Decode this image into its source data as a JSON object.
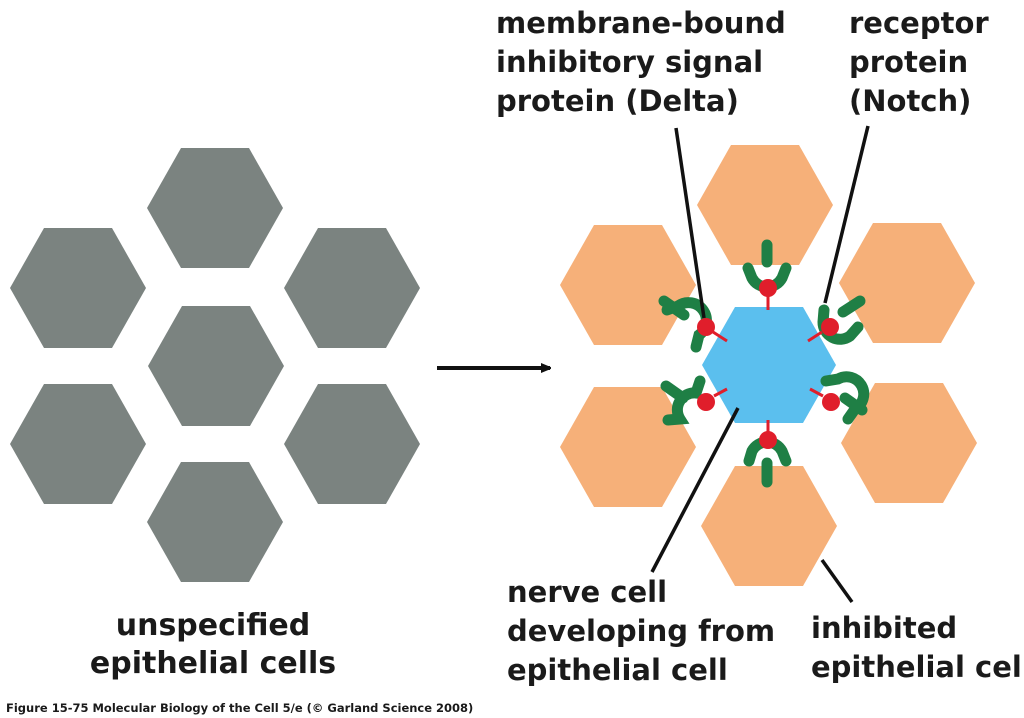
{
  "labels": {
    "left_line1": "unspecified",
    "left_line2": "epithelial cells",
    "delta_line1": "membrane-bound",
    "delta_line2": "inhibitory signal",
    "delta_line3": "protein (Delta)",
    "notch_line1": "receptor",
    "notch_line2": "protein",
    "notch_line3": "(Notch)",
    "nerve_line1": "nerve cell",
    "nerve_line2": "developing from",
    "nerve_line3": "epithelial cell",
    "inhibited_line1": "inhibited",
    "inhibited_line2": "epithelial cell"
  },
  "caption": "Figure 15-75  Molecular Biology of the Cell 5/e (© Garland Science 2008)",
  "colors": {
    "unspecified_cell": "#7b8380",
    "inhibited_cell": "#f6b079",
    "nerve_cell": "#5bbfee",
    "notch_receptor": "#1f7f45",
    "delta_ligand": "#e01e2b",
    "line": "#111111"
  }
}
